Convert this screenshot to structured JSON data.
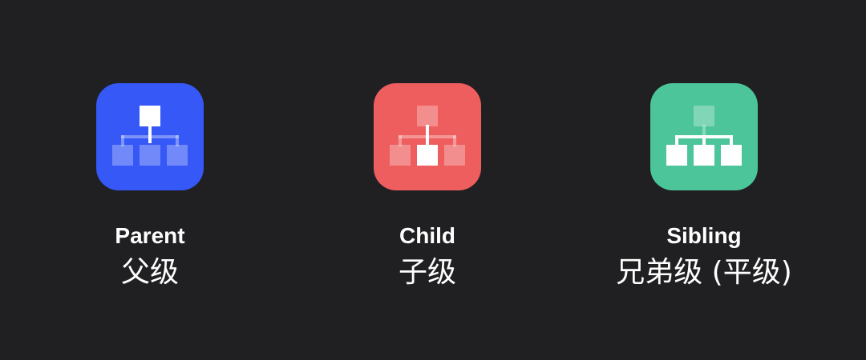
{
  "items": [
    {
      "key": "parent",
      "label_en": "Parent",
      "label_zh": "父级",
      "color": "#3558F6",
      "icon": "hierarchy-parent-highlight-icon",
      "highlight": "top"
    },
    {
      "key": "child",
      "label_en": "Child",
      "label_zh": "子级",
      "color": "#EE5E5E",
      "icon": "hierarchy-child-highlight-icon",
      "highlight": "middle-child"
    },
    {
      "key": "sibling",
      "label_en": "Sibling",
      "label_zh": "兄弟级 (平级)",
      "color": "#4CC59A",
      "icon": "hierarchy-siblings-highlight-icon",
      "highlight": "all-children"
    }
  ]
}
